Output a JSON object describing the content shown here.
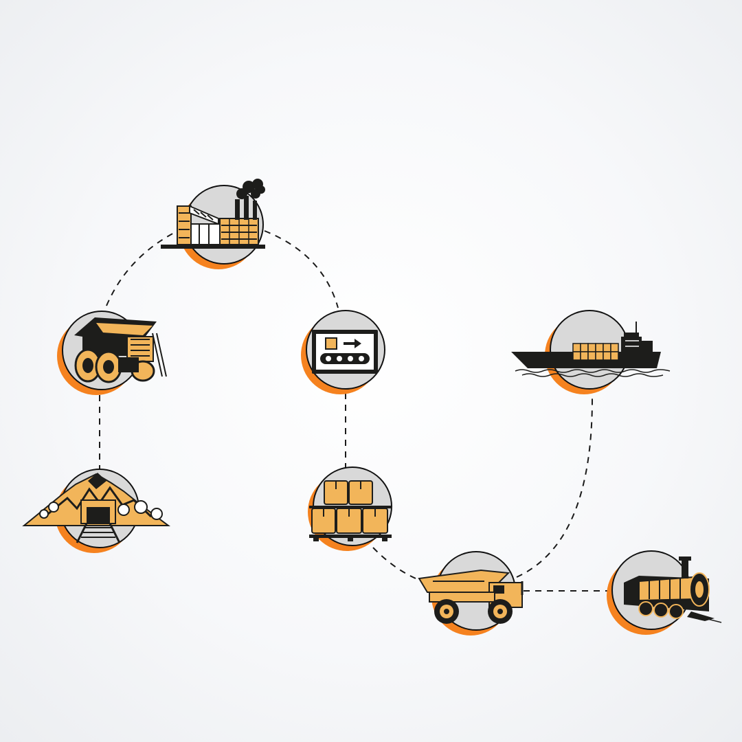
{
  "colors": {
    "accent": "#f5821f",
    "icon_fill": "#f2b55a",
    "icon_dark": "#1d1d1b",
    "node_bg": "#d9d9d9",
    "ring": "#111111",
    "connector": "#1a1a1a",
    "background": "#f4f5f7"
  },
  "nodes": [
    {
      "id": "mine",
      "icon": "mine-entrance-icon"
    },
    {
      "id": "haul-truck",
      "icon": "mining-dump-truck-icon"
    },
    {
      "id": "factory",
      "icon": "factory-icon"
    },
    {
      "id": "conveyor",
      "icon": "conveyor-belt-icon"
    },
    {
      "id": "pallet",
      "icon": "boxes-on-pallet-icon"
    },
    {
      "id": "dump-truck",
      "icon": "dump-truck-icon"
    },
    {
      "id": "ship",
      "icon": "cargo-ship-icon"
    },
    {
      "id": "train",
      "icon": "steam-locomotive-icon"
    }
  ],
  "connections": [
    [
      "mine",
      "haul-truck"
    ],
    [
      "haul-truck",
      "factory"
    ],
    [
      "factory",
      "conveyor"
    ],
    [
      "conveyor",
      "pallet"
    ],
    [
      "pallet",
      "dump-truck"
    ],
    [
      "dump-truck",
      "ship"
    ],
    [
      "dump-truck",
      "train"
    ]
  ]
}
